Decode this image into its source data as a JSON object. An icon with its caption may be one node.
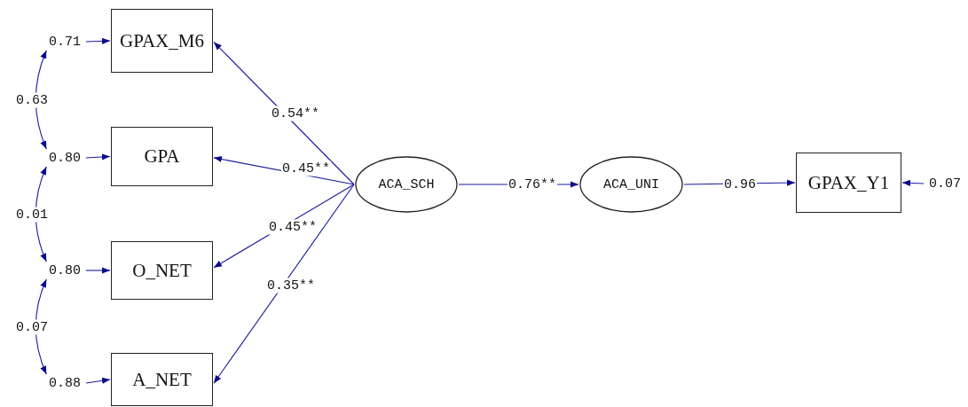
{
  "diagram": {
    "nodes": [
      {
        "text": [
          "GPAX_M6"
        ]
      },
      {
        "text": [
          "GPA"
        ]
      },
      {
        "text": [
          "O_NET"
        ]
      },
      {
        "text": [
          "A_NET"
        ]
      },
      {
        "text": [
          "ACA_SCH"
        ]
      },
      {
        "text": [
          "ACA_UNI"
        ]
      },
      {
        "text": [
          "GPAX_Y1"
        ]
      },
      {
        "text": [
          "0.71"
        ]
      },
      {
        "text": [
          "0.80"
        ]
      },
      {
        "text": [
          "0.80"
        ]
      },
      {
        "text": [
          "0.88"
        ]
      },
      {
        "text": [
          "0.07"
        ]
      }
    ],
    "edges": [
      {
        "from": 4,
        "to": 0,
        "arrow": "to",
        "label": "0.54**"
      },
      {
        "from": 4,
        "to": 1,
        "arrow": "to",
        "label": "0.45**"
      },
      {
        "from": 4,
        "to": 2,
        "arrow": "to",
        "label": "0.45**"
      },
      {
        "from": 4,
        "to": 3,
        "arrow": "to",
        "label": "0.35**"
      },
      {
        "from": 4,
        "to": 5,
        "arrow": "to",
        "label": "0.76**"
      },
      {
        "from": 5,
        "to": 6,
        "arrow": "to",
        "label": "0.96"
      },
      {
        "from": 7,
        "to": 0,
        "arrow": "to"
      },
      {
        "from": 8,
        "to": 1,
        "arrow": "to"
      },
      {
        "from": 9,
        "to": 2,
        "arrow": "to"
      },
      {
        "from": 10,
        "to": 3,
        "arrow": "to"
      },
      {
        "from": 11,
        "to": 6,
        "arrow": "to"
      },
      {
        "from": 7,
        "to": 8,
        "arrow": "both",
        "label": "0.63"
      },
      {
        "from": 8,
        "to": 9,
        "arrow": "both",
        "label": "0.01"
      },
      {
        "from": 9,
        "to": 10,
        "arrow": "both",
        "label": "0.07"
      }
    ]
  }
}
